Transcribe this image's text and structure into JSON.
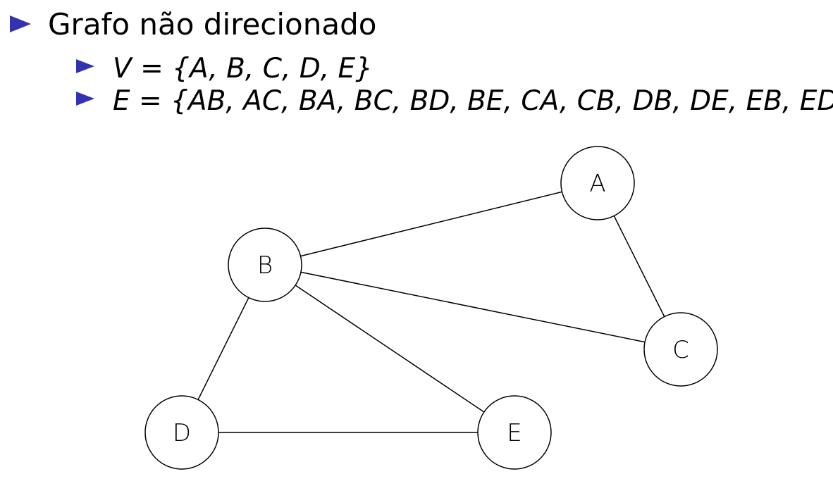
{
  "heading": "Grafo não direcionado",
  "vertices_line": "V = {A, B, C, D, E}",
  "edges_line": "E = {AB, AC, BA, BC, BD, BE, CA, CB, DB, DE, EB, ED}",
  "colors": {
    "bullet": "#3333b2",
    "stroke": "#000000"
  },
  "graph": {
    "nodes": [
      "A",
      "B",
      "C",
      "D",
      "E"
    ],
    "edges": [
      [
        "A",
        "B"
      ],
      [
        "A",
        "C"
      ],
      [
        "B",
        "C"
      ],
      [
        "B",
        "D"
      ],
      [
        "B",
        "E"
      ],
      [
        "D",
        "E"
      ]
    ]
  }
}
